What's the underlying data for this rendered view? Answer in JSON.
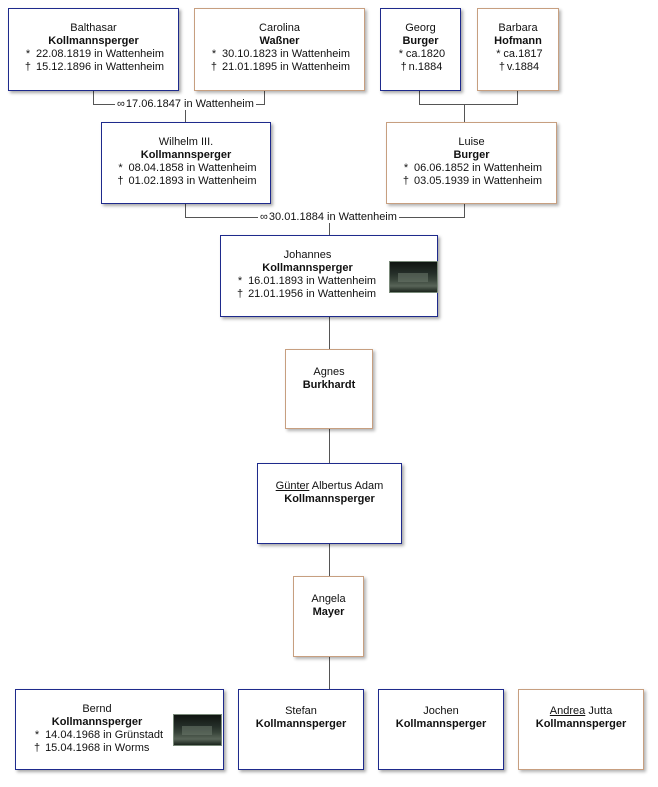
{
  "persons": {
    "balthasar": {
      "given": "Balthasar",
      "surname": "Kollmannsperger",
      "birth": "22.08.1819 in Wattenheim",
      "death": "15.12.1896 in Wattenheim"
    },
    "carolina": {
      "given": "Carolina",
      "surname": "Waßner",
      "birth": "30.10.1823 in Wattenheim",
      "death": "21.01.1895 in Wattenheim"
    },
    "georg": {
      "given": "Georg",
      "surname": "Burger",
      "birth": "ca.1820",
      "death": "n.1884"
    },
    "barbara": {
      "given": "Barbara",
      "surname": "Hofmann",
      "birth": "ca.1817",
      "death": "v.1884"
    },
    "wilhelm": {
      "given": "Wilhelm III.",
      "surname": "Kollmannsperger",
      "birth": "08.04.1858 in Wattenheim",
      "death": "01.02.1893 in Wattenheim"
    },
    "luise": {
      "given": "Luise",
      "surname": "Burger",
      "birth": "06.06.1852 in Wattenheim",
      "death": "03.05.1939 in Wattenheim"
    },
    "johannes": {
      "given": "Johannes",
      "surname": "Kollmannsperger",
      "birth": "16.01.1893 in Wattenheim",
      "death": "21.01.1956 in Wattenheim"
    },
    "agnes": {
      "given": "Agnes",
      "surname": "Burkhardt"
    },
    "guenter": {
      "given_underlined": "Günter",
      "given_rest": "Albertus Adam",
      "surname": "Kollmannsperger"
    },
    "angela": {
      "given": "Angela",
      "surname": "Mayer"
    },
    "bernd": {
      "given": "Bernd",
      "surname": "Kollmannsperger",
      "birth": "14.04.1968 in Grünstadt",
      "death": "15.04.1968 in Worms"
    },
    "stefan": {
      "given": "Stefan",
      "surname": "Kollmannsperger"
    },
    "jochen": {
      "given": "Jochen",
      "surname": "Kollmannsperger"
    },
    "andrea": {
      "given_underlined": "Andrea",
      "given_rest": "Jutta",
      "surname": "Kollmannsperger"
    }
  },
  "marriages": {
    "m1": "17.06.1847 in Wattenheim",
    "m2": "30.01.1884 in Wattenheim"
  },
  "symbols": {
    "birth": "*",
    "death": "†",
    "marriage": "∞"
  }
}
